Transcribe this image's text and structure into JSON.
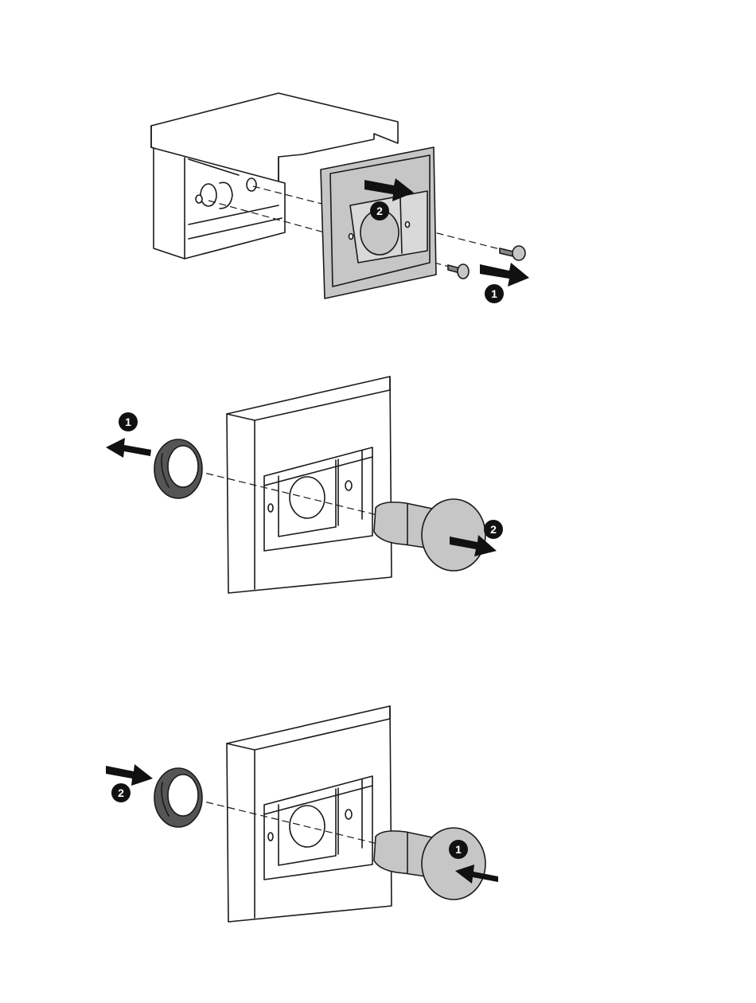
{
  "panels": [
    {
      "id": "panel-1",
      "callouts": [
        "1",
        "2"
      ]
    },
    {
      "id": "panel-2",
      "callouts": [
        "1",
        "2"
      ]
    },
    {
      "id": "panel-3",
      "callouts": [
        "1",
        "2"
      ]
    }
  ]
}
